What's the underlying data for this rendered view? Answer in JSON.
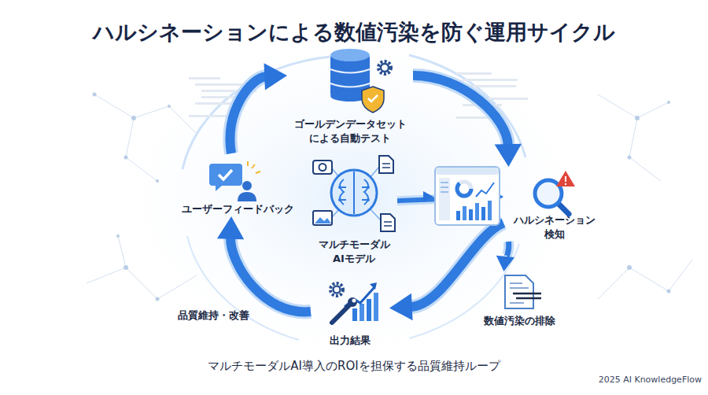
{
  "diagram": {
    "title": "ハルシネーションによる数値汚染を防ぐ運用サイクル",
    "caption": "マルチモーダルAI導入のROIを担保する品質維持ループ",
    "nodes": [
      {
        "text": [
          "ゴールデンデータセット による自動テスト"
        ]
      },
      {
        "text": [
          "ユーザーフィードバック"
        ]
      },
      {
        "text": [
          "マルチモーダル AIモデル"
        ]
      },
      {
        "text": [
          "ハルシネーション 検知"
        ]
      },
      {
        "text": [
          "数値汚染の排除"
        ]
      },
      {
        "text": [
          "出力結果"
        ]
      }
    ],
    "edges": [
      {
        "from": 1,
        "to": 0,
        "arrow": "to"
      },
      {
        "from": 0,
        "to": 3,
        "arrow": "to"
      },
      {
        "from": 2,
        "to": 3,
        "arrow": "to"
      },
      {
        "from": 3,
        "to": 4,
        "arrow": "to"
      },
      {
        "from": 3,
        "to": 5,
        "arrow": "to"
      },
      {
        "from": 5,
        "to": 1,
        "arrow": "to"
      }
    ],
    "labels": [
      "品質維持・改善",
      "2025 AI KnowledgeFlow"
    ]
  }
}
